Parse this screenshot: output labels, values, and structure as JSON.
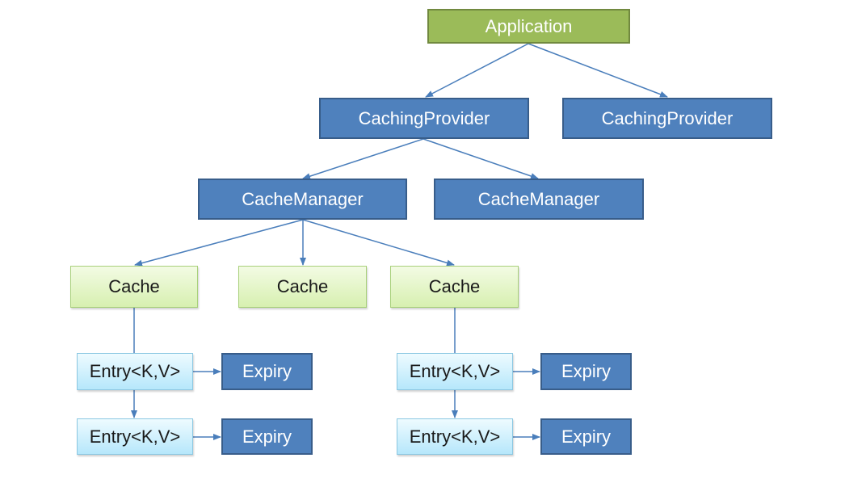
{
  "nodes": {
    "application": "Application",
    "caching_provider_1": "CachingProvider",
    "caching_provider_2": "CachingProvider",
    "cache_manager_1": "CacheManager",
    "cache_manager_2": "CacheManager",
    "cache_1": "Cache",
    "cache_2": "Cache",
    "cache_3": "Cache",
    "entry_1": "Entry<K,V>",
    "entry_2": "Entry<K,V>",
    "entry_3": "Entry<K,V>",
    "entry_4": "Entry<K,V>",
    "expiry_1": "Expiry",
    "expiry_2": "Expiry",
    "expiry_3": "Expiry",
    "expiry_4": "Expiry"
  },
  "colors": {
    "application": "#9bbb59",
    "provider_manager_expiry": "#4f81bd",
    "cache": "#d7f0b0",
    "entry": "#b6e7fb",
    "connector": "#4a7ebb"
  }
}
